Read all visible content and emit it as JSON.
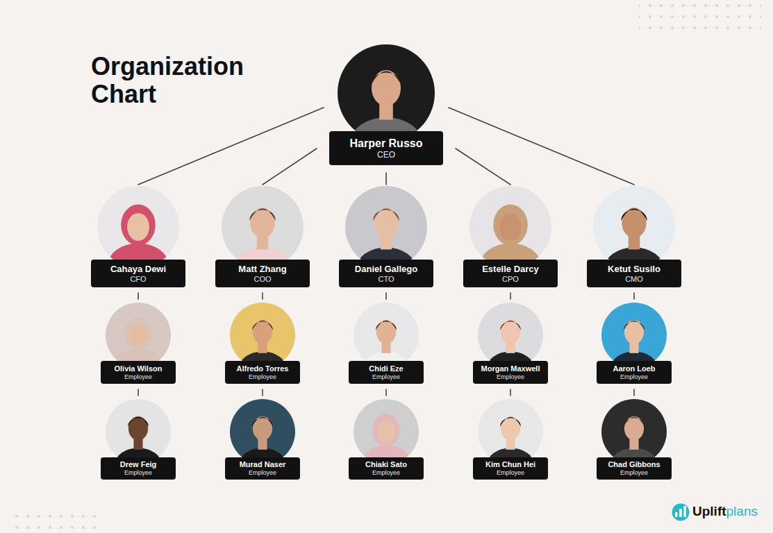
{
  "diagram": {
    "title": "Organization Chart",
    "nodes": [
      {
        "text": [
          "Harper Russo",
          "CEO"
        ]
      },
      {
        "text": [
          "Cahaya Dewi",
          "CFO"
        ]
      },
      {
        "text": [
          "Matt Zhang",
          "COO"
        ]
      },
      {
        "text": [
          "Daniel Gallego",
          "CTO"
        ]
      },
      {
        "text": [
          "Estelle Darcy",
          "CPO"
        ]
      },
      {
        "text": [
          "Ketut Susilo",
          "CMO"
        ]
      },
      {
        "text": [
          "Olivia Wilson",
          "Employee"
        ]
      },
      {
        "text": [
          "Alfredo Torres",
          "Employee"
        ]
      },
      {
        "text": [
          "Chidi Eze",
          "Employee"
        ]
      },
      {
        "text": [
          "Morgan Maxwell",
          "Employee"
        ]
      },
      {
        "text": [
          "Aaron Loeb",
          "Employee"
        ]
      },
      {
        "text": [
          "Drew Feig",
          "Employee"
        ]
      },
      {
        "text": [
          "Murad Naser",
          "Employee"
        ]
      },
      {
        "text": [
          "Chiaki Sato",
          "Employee"
        ]
      },
      {
        "text": [
          "Kim Chun Hei",
          "Employee"
        ]
      },
      {
        "text": [
          "Chad Gibbons",
          "Employee"
        ]
      }
    ],
    "edges": [
      {
        "from": 0,
        "to": 1,
        "arrow": "none"
      },
      {
        "from": 0,
        "to": 2,
        "arrow": "none"
      },
      {
        "from": 0,
        "to": 3,
        "arrow": "none"
      },
      {
        "from": 0,
        "to": 4,
        "arrow": "none"
      },
      {
        "from": 0,
        "to": 5,
        "arrow": "none"
      },
      {
        "from": 1,
        "to": 6,
        "arrow": "none"
      },
      {
        "from": 2,
        "to": 7,
        "arrow": "none"
      },
      {
        "from": 3,
        "to": 8,
        "arrow": "none"
      },
      {
        "from": 4,
        "to": 9,
        "arrow": "none"
      },
      {
        "from": 5,
        "to": 10,
        "arrow": "none"
      },
      {
        "from": 6,
        "to": 11,
        "arrow": "none"
      },
      {
        "from": 7,
        "to": 12,
        "arrow": "none"
      },
      {
        "from": 8,
        "to": 13,
        "arrow": "none"
      },
      {
        "from": 9,
        "to": 14,
        "arrow": "none"
      },
      {
        "from": 10,
        "to": 15,
        "arrow": "none"
      }
    ],
    "labels": [
      "Uplift",
      "plans"
    ]
  }
}
